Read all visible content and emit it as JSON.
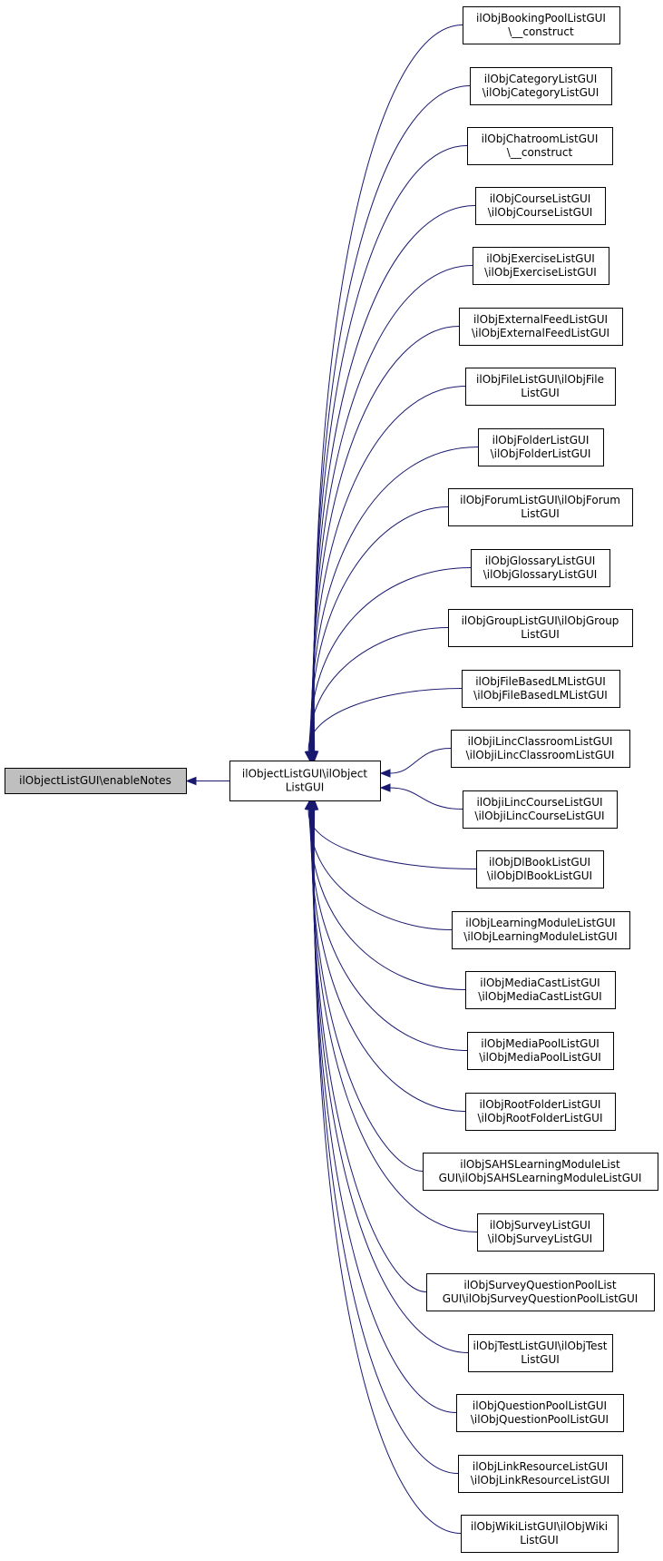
{
  "diagram": {
    "focus": {
      "id": "enable",
      "lines": [
        "ilObjectListGUI\\enableNotes"
      ]
    },
    "base": {
      "id": "base",
      "lines": [
        "ilObjectListGUI\\ilObject",
        "ListGUI"
      ]
    },
    "derived": [
      {
        "id": "booking",
        "lines": [
          "ilObjBookingPoolListGUI",
          "\\__construct"
        ]
      },
      {
        "id": "category",
        "lines": [
          "ilObjCategoryListGUI",
          "\\ilObjCategoryListGUI"
        ]
      },
      {
        "id": "chatroom",
        "lines": [
          "ilObjChatroomListGUI",
          "\\__construct"
        ]
      },
      {
        "id": "course",
        "lines": [
          "ilObjCourseListGUI",
          "\\ilObjCourseListGUI"
        ]
      },
      {
        "id": "exercise",
        "lines": [
          "ilObjExerciseListGUI",
          "\\ilObjExerciseListGUI"
        ]
      },
      {
        "id": "extfeed",
        "lines": [
          "ilObjExternalFeedListGUI",
          "\\ilObjExternalFeedListGUI"
        ]
      },
      {
        "id": "file",
        "lines": [
          "ilObjFileListGUI\\ilObjFile",
          "ListGUI"
        ]
      },
      {
        "id": "folder",
        "lines": [
          "ilObjFolderListGUI",
          "\\ilObjFolderListGUI"
        ]
      },
      {
        "id": "forum",
        "lines": [
          "ilObjForumListGUI\\ilObjForum",
          "ListGUI"
        ]
      },
      {
        "id": "glossary",
        "lines": [
          "ilObjGlossaryListGUI",
          "\\ilObjGlossaryListGUI"
        ]
      },
      {
        "id": "group",
        "lines": [
          "ilObjGroupListGUI\\ilObjGroup",
          "ListGUI"
        ]
      },
      {
        "id": "filelm",
        "lines": [
          "ilObjFileBasedLMListGUI",
          "\\ilObjFileBasedLMListGUI"
        ]
      },
      {
        "id": "ilincclass",
        "lines": [
          "ilObjiLincClassroomListGUI",
          "\\ilObjiLincClassroomListGUI"
        ]
      },
      {
        "id": "ilinccourse",
        "lines": [
          "ilObjiLincCourseListGUI",
          "\\ilObjiLincCourseListGUI"
        ]
      },
      {
        "id": "dlbook",
        "lines": [
          "ilObjDlBookListGUI",
          "\\ilObjDlBookListGUI"
        ]
      },
      {
        "id": "lm",
        "lines": [
          "ilObjLearningModuleListGUI",
          "\\ilObjLearningModuleListGUI"
        ]
      },
      {
        "id": "mediacast",
        "lines": [
          "ilObjMediaCastListGUI",
          "\\ilObjMediaCastListGUI"
        ]
      },
      {
        "id": "mediapool",
        "lines": [
          "ilObjMediaPoolListGUI",
          "\\ilObjMediaPoolListGUI"
        ]
      },
      {
        "id": "rootfolder",
        "lines": [
          "ilObjRootFolderListGUI",
          "\\ilObjRootFolderListGUI"
        ]
      },
      {
        "id": "sahs",
        "lines": [
          "ilObjSAHSLearningModuleList",
          "GUI\\ilObjSAHSLearningModuleListGUI"
        ]
      },
      {
        "id": "survey",
        "lines": [
          "ilObjSurveyListGUI",
          "\\ilObjSurveyListGUI"
        ]
      },
      {
        "id": "sqpool",
        "lines": [
          "ilObjSurveyQuestionPoolList",
          "GUI\\ilObjSurveyQuestionPoolListGUI"
        ]
      },
      {
        "id": "test",
        "lines": [
          "ilObjTestListGUI\\ilObjTest",
          "ListGUI"
        ]
      },
      {
        "id": "qpool",
        "lines": [
          "ilObjQuestionPoolListGUI",
          "\\ilObjQuestionPoolListGUI"
        ]
      },
      {
        "id": "linkres",
        "lines": [
          "ilObjLinkResourceListGUI",
          "\\ilObjLinkResourceListGUI"
        ]
      },
      {
        "id": "wiki",
        "lines": [
          "ilObjWikiListGUI\\ilObjWiki",
          "ListGUI"
        ]
      }
    ],
    "colors": {
      "edge": "#191970",
      "focus_fill": "#bfbfbf",
      "node_fill": "#ffffff",
      "node_stroke": "#000000"
    }
  }
}
